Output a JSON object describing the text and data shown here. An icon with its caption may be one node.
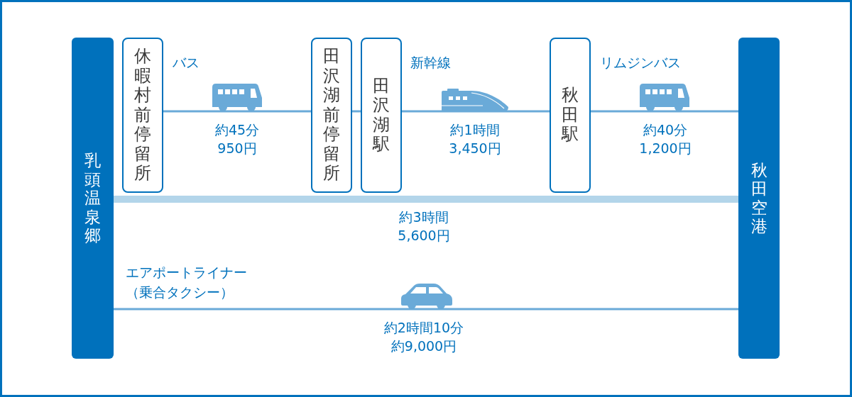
{
  "diagram": {
    "nodes": [
      {
        "text": [
          "乳頭温泉郷"
        ]
      },
      {
        "text": [
          "休暇村前停留所"
        ]
      },
      {
        "text": [
          "田沢湖前停留所"
        ]
      },
      {
        "text": [
          "田沢湖駅"
        ]
      },
      {
        "text": [
          "秋田駅"
        ]
      },
      {
        "text": [
          "秋田空港"
        ]
      }
    ],
    "edges": [
      {
        "from": 1,
        "to": 2,
        "arrow": "none",
        "label": "約45分950円"
      },
      {
        "from": 2,
        "to": 3,
        "arrow": "none"
      },
      {
        "from": 3,
        "to": 4,
        "arrow": "none",
        "label": "約1時間3,450円"
      },
      {
        "from": 4,
        "to": 5,
        "arrow": "none",
        "label": "約40分1,200円"
      },
      {
        "from": 0,
        "to": 5,
        "arrow": "none",
        "label": "約3時間5,600円",
        "style": "thick",
        "color": "#b3d5ea"
      },
      {
        "from": 0,
        "to": 5,
        "arrow": "none",
        "label": "約2時間10分約9,000円"
      }
    ],
    "labels": [
      "バス",
      "新幹線",
      "リムジンバス",
      "エアポートライナー（乗合タクシー）"
    ]
  }
}
